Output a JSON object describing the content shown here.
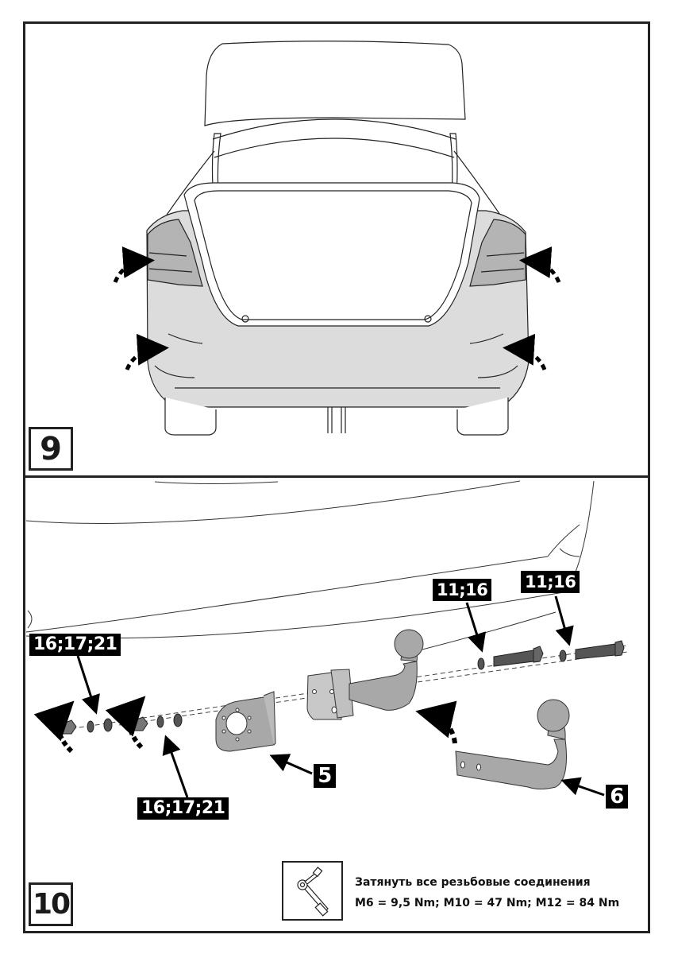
{
  "steps": [
    {
      "number": "9",
      "description": "Rear view of sedan with open trunk; arrows indicate removal of tail lights and rear bumper"
    },
    {
      "number": "10",
      "description": "Exploded view of tow bar installation under rear bumper"
    }
  ],
  "step10": {
    "callouts": {
      "nuts_left": "16;17;21",
      "nuts_right": "16;17;21",
      "bolt_left": "11;16",
      "bolt_right": "11;16",
      "socket_bracket": "5",
      "tow_ball": "6"
    },
    "torque": {
      "icon": "torque-wrench-icon",
      "line1": "Затянуть все резьбовые соединения",
      "line2": "M6 = 9,5 Nm; M10 = 47 Nm; M12 = 84 Nm"
    }
  },
  "colors": {
    "frame": "#222222",
    "bumper_fill": "#dcdcdc",
    "taillight_fill": "#b4b4b4",
    "part_fill": "#a8a8a8",
    "label_bg": "#000000",
    "label_text": "#ffffff"
  }
}
